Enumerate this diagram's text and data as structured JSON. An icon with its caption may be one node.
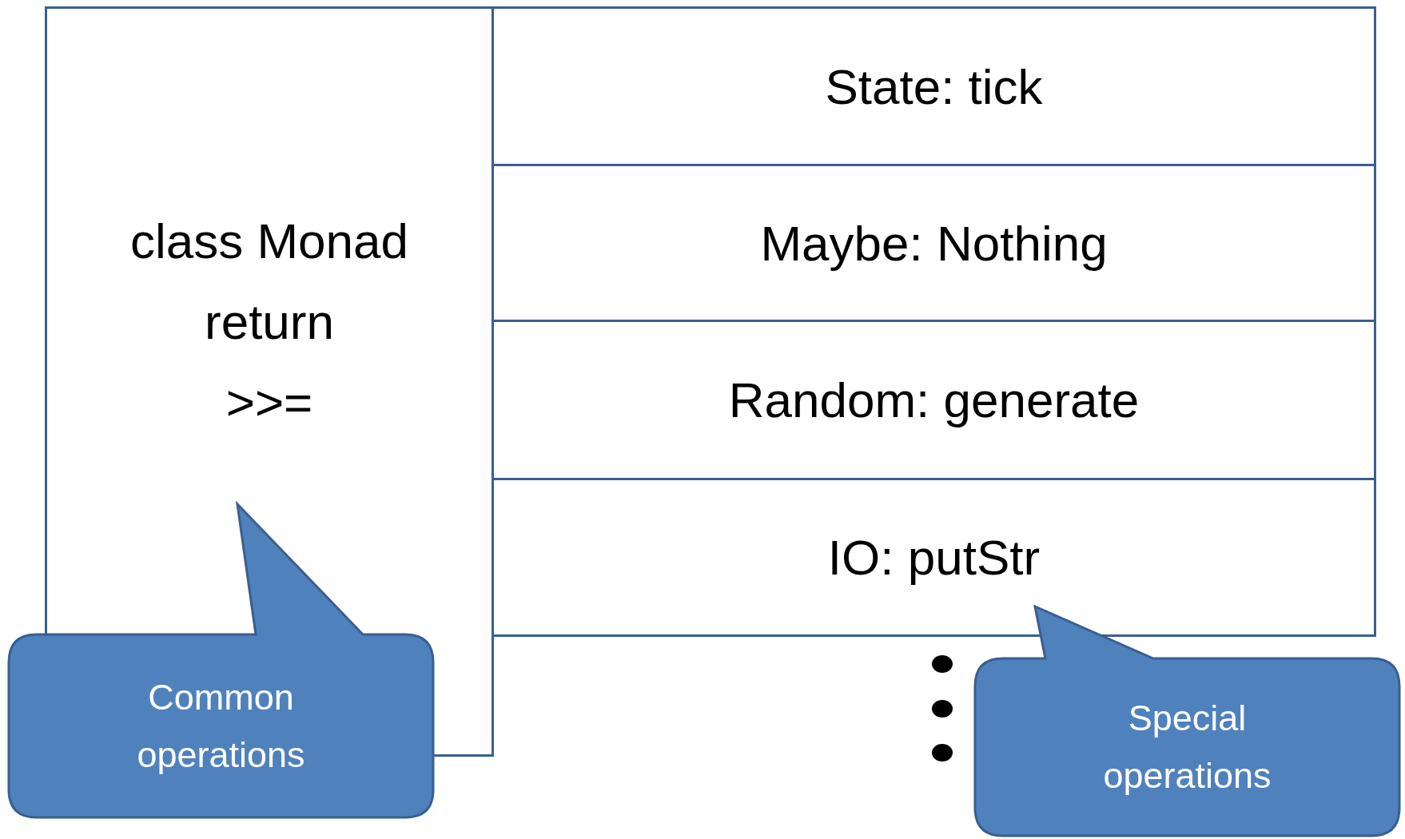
{
  "diagram": {
    "nodes": [
      {
        "text": [
          "class Monad",
          "return",
          ">>="
        ]
      },
      {
        "text": [
          "State: tick"
        ]
      },
      {
        "text": [
          "Maybe: Nothing"
        ]
      },
      {
        "text": [
          "Random: generate"
        ]
      },
      {
        "text": [
          "IO: putStr"
        ]
      },
      {
        "text": [
          "Common operations"
        ]
      },
      {
        "text": [
          "Special operations"
        ]
      }
    ]
  }
}
